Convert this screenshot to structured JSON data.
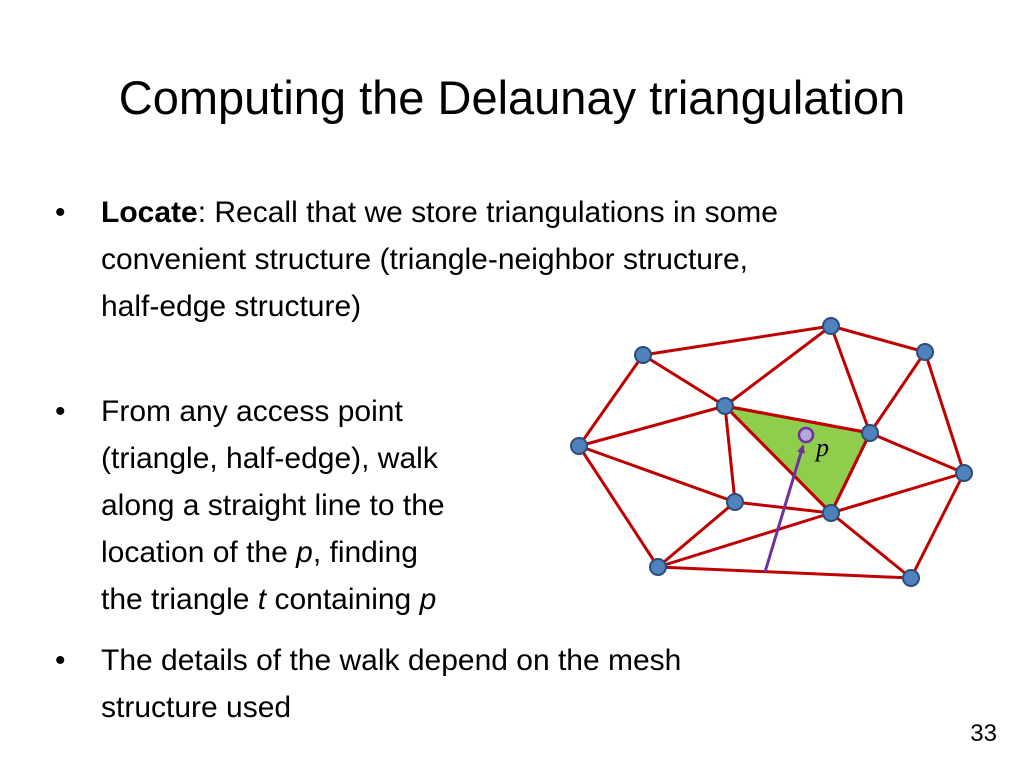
{
  "slide": {
    "title": "Computing the Delaunay triangulation",
    "bullets": [
      {
        "lead": "Locate",
        "lines": [
          ": Recall that we store triangulations in some",
          "convenient structure (triangle-neighbor structure,",
          "half-edge structure)"
        ]
      },
      {
        "lines": [
          "From any access point",
          "(triangle, half-edge), walk",
          "along a straight line to the"
        ],
        "line4_pre": "location of the ",
        "line4_var": "p",
        "line4_post": ", finding",
        "line5_pre": "the triangle ",
        "line5_var1": "t",
        "line5_mid": " containing ",
        "line5_var2": "p"
      },
      {
        "lines": [
          "The details of the walk depend on the mesh",
          "structure used"
        ]
      }
    ],
    "bullet_symbol": "•",
    "page_number": "33"
  },
  "diagram": {
    "point_label": "p",
    "colors": {
      "edge": "#c00000",
      "highlight_fill": "#8fce4d",
      "vertex_fill": "#4f81bd",
      "vertex_stroke": "#2c4d75",
      "walk_arrow": "#7030a0",
      "query_point_fill": "#b4a7d6"
    }
  }
}
